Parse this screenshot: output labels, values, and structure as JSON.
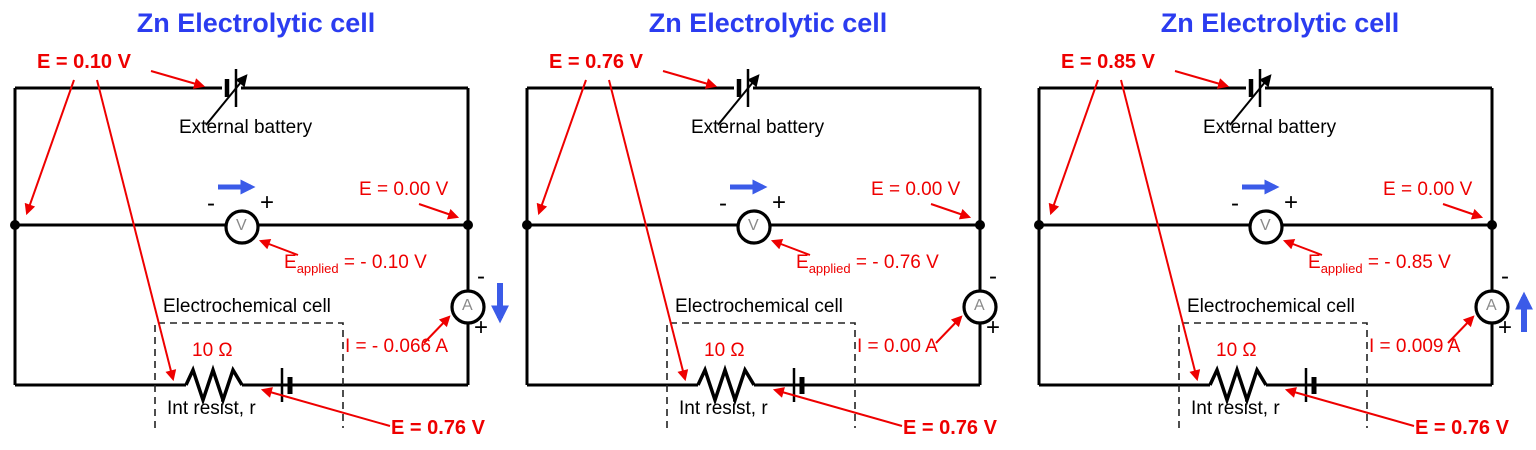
{
  "colors": {
    "title-blue": "#2b3cf0",
    "arrow-blue": "#3b5be8",
    "label-red": "#ee0000",
    "meter-letter-gray": "#8a8a8a",
    "wire-black": "#000000"
  },
  "panels": [
    {
      "title": "Zn Electrolytic cell",
      "node_potential_label": "E = 0.10 V",
      "external_battery_label": "External battery",
      "right_node_potential_label": "E = 0.00 V",
      "voltmeter_letter": "V",
      "voltmeter_minus": "-",
      "voltmeter_plus": "+",
      "applied_potential_base": "E",
      "applied_potential_sub": "applied",
      "applied_potential_value": " = - 0.10 V",
      "ammeter_letter": "A",
      "ammeter_minus": "-",
      "ammeter_plus": "+",
      "current_label": "I = - 0.066 A",
      "current_arrow_down": "visible",
      "current_arrow_up": "hidden",
      "electrochemical_cell_label": "Electrochemical cell",
      "internal_resistance_value": "10 Ω",
      "internal_resistance_label": "Int resist, r",
      "cell_potential_label": "E = 0.76 V"
    },
    {
      "title": "Zn Electrolytic cell",
      "node_potential_label": "E = 0.76 V",
      "external_battery_label": "External battery",
      "right_node_potential_label": "E = 0.00 V",
      "voltmeter_letter": "V",
      "voltmeter_minus": "-",
      "voltmeter_plus": "+",
      "applied_potential_base": "E",
      "applied_potential_sub": "applied",
      "applied_potential_value": " = - 0.76 V",
      "ammeter_letter": "A",
      "ammeter_minus": "-",
      "ammeter_plus": "+",
      "current_label": "I = 0.00 A",
      "current_arrow_down": "hidden",
      "current_arrow_up": "hidden",
      "electrochemical_cell_label": "Electrochemical cell",
      "internal_resistance_value": "10 Ω",
      "internal_resistance_label": "Int resist, r",
      "cell_potential_label": "E = 0.76 V"
    },
    {
      "title": "Zn Electrolytic cell",
      "node_potential_label": "E = 0.85 V",
      "external_battery_label": "External battery",
      "right_node_potential_label": "E = 0.00 V",
      "voltmeter_letter": "V",
      "voltmeter_minus": "-",
      "voltmeter_plus": "+",
      "applied_potential_base": "E",
      "applied_potential_sub": "applied",
      "applied_potential_value": " = - 0.85 V",
      "ammeter_letter": "A",
      "ammeter_minus": "-",
      "ammeter_plus": "+",
      "current_label": "I = 0.009 A",
      "current_arrow_down": "hidden",
      "current_arrow_up": "visible",
      "electrochemical_cell_label": "Electrochemical cell",
      "internal_resistance_value": "10 Ω",
      "internal_resistance_label": "Int resist, r",
      "cell_potential_label": "E = 0.76 V"
    }
  ]
}
